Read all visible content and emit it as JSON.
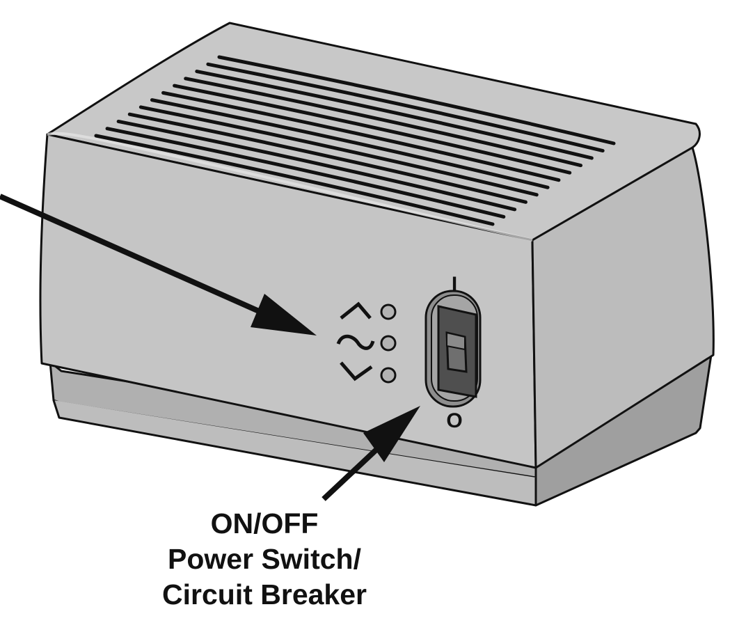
{
  "device": {
    "body_color": "#c9c9c9",
    "shadow_color": "#a9a9a9",
    "outline_color": "#111111",
    "vent_slot_count": 12
  },
  "switch": {
    "on_symbol": "I",
    "off_symbol": "O"
  },
  "indicators": [
    {
      "icon": "high-voltage-chevron-up-icon"
    },
    {
      "icon": "normal-voltage-tilde-icon"
    },
    {
      "icon": "low-voltage-chevron-down-icon"
    }
  ],
  "callout": {
    "lines": [
      "ON/OFF",
      "Power Switch/",
      "Circuit Breaker"
    ]
  }
}
